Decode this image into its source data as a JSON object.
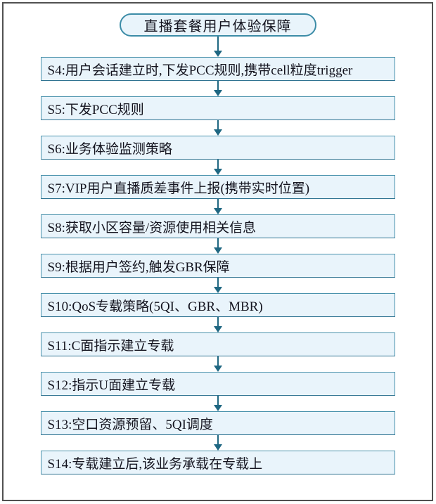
{
  "flowchart": {
    "title": "直播套餐用户体验保障",
    "steps": [
      {
        "id": "S4",
        "label": "S4:用户会话建立时,下发PCC规则,携带cell粒度trigger"
      },
      {
        "id": "S5",
        "label": "S5:下发PCC规则"
      },
      {
        "id": "S6",
        "label": "S6:业务体验监测策略"
      },
      {
        "id": "S7",
        "label": "S7:VIP用户直播质差事件上报(携带实时位置)"
      },
      {
        "id": "S8",
        "label": "S8:获取小区容量/资源使用相关信息"
      },
      {
        "id": "S9",
        "label": "S9:根据用户签约,触发GBR保障"
      },
      {
        "id": "S10",
        "label": "S10:QoS专载策略(5QI、GBR、MBR)"
      },
      {
        "id": "S11",
        "label": "S11:C面指示建立专载"
      },
      {
        "id": "S12",
        "label": "S12:指示U面建立专载"
      },
      {
        "id": "S13",
        "label": "S13:空口资源预留、5QI调度"
      },
      {
        "id": "S14",
        "label": "S14:专载建立后,该业务承载在专载上"
      }
    ]
  },
  "colors": {
    "box_fill": "#e9f4fb",
    "box_border": "#4a92ac",
    "stadium_border": "#3c8ca7",
    "arrow": "#1f6782",
    "text": "#14141f",
    "frame": "#515151"
  }
}
